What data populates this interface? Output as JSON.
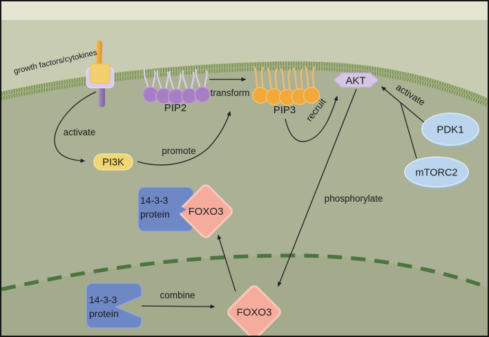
{
  "figure": {
    "extracellular": {
      "ligand_label": "growth factors/cytokines"
    },
    "lipids": {
      "pip2_label": "PIP2",
      "pip3_label": "PIP3"
    },
    "nodes": {
      "pi3k": "PI3K",
      "akt": "AKT",
      "pdk1": "PDK1",
      "mtorc2": "mTORC2",
      "foxo3_in_complex": "FOXO3",
      "foxo3_free": "FOXO3",
      "chaperone_line1": "14-3-3",
      "chaperone_line2": "protein"
    },
    "arrows": {
      "activate_receptor": "activate",
      "promote": "promote",
      "transform": "transform",
      "recruit": "recruit",
      "activate_kinases": "activate",
      "phosphorylate": "phosphorylate",
      "combine": "combine"
    },
    "colors": {
      "top_strip": "#e4e6d2",
      "extracellular": "#c7ccb2",
      "cytoplasm": "#aab194",
      "nucleus": "#a4ab8d",
      "membrane_base": "#a6b287",
      "membrane_hatch": "#738c4d",
      "nuclear_envelope": "#4c7540",
      "pip2_purple": "#a77dc4",
      "pip2_tail": "#dacfe8",
      "pip3_orange": "#f3a83b",
      "pip3_tail": "#e9bc72",
      "akt_purple": "#d5c6e4",
      "kinase_blue": "#bad5ed",
      "pi3k_yellow": "#f0d773",
      "protein_blue": "#6e87c5",
      "foxo3_pink": "#f5ac9d",
      "arrow": "#1f1f1f"
    }
  }
}
